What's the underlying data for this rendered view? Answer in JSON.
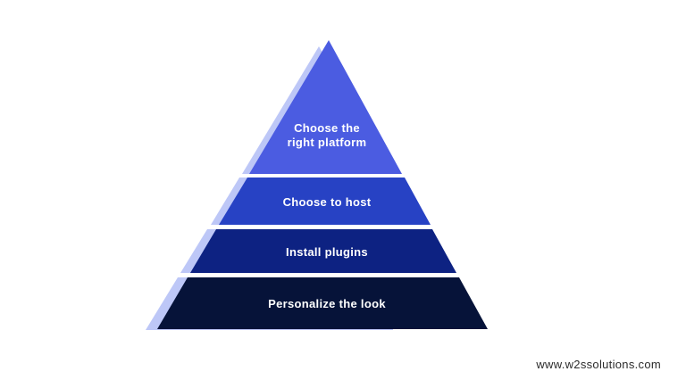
{
  "diagram": {
    "type": "pyramid",
    "title": "",
    "levels": [
      {
        "label": "Choose the\nright platform",
        "color": "#4b5ce1"
      },
      {
        "label": "Choose to host",
        "color": "#2742c4"
      },
      {
        "label": "Install plugins",
        "color": "#0d2282"
      },
      {
        "label": "Personalize the look",
        "color": "#061339"
      }
    ],
    "shadow_color": "#bdc7f7",
    "gap_color": "#ffffff"
  },
  "footer": {
    "website": "www.w2ssolutions.com"
  }
}
